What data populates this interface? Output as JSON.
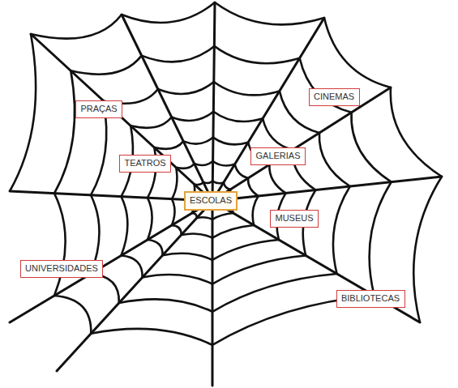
{
  "diagram": {
    "nodes": [
      {
        "text": [
          "PRAÇAS"
        ]
      },
      {
        "text": [
          "CINEMAS"
        ]
      },
      {
        "text": [
          "TEATROS"
        ]
      },
      {
        "text": [
          "GALERIAS"
        ]
      },
      {
        "text": [
          "ESCOLAS"
        ]
      },
      {
        "text": [
          "MUSEUS"
        ]
      },
      {
        "text": [
          "UNIVERSIDADES"
        ]
      },
      {
        "text": [
          "BIBLIOTECAS"
        ]
      }
    ]
  }
}
